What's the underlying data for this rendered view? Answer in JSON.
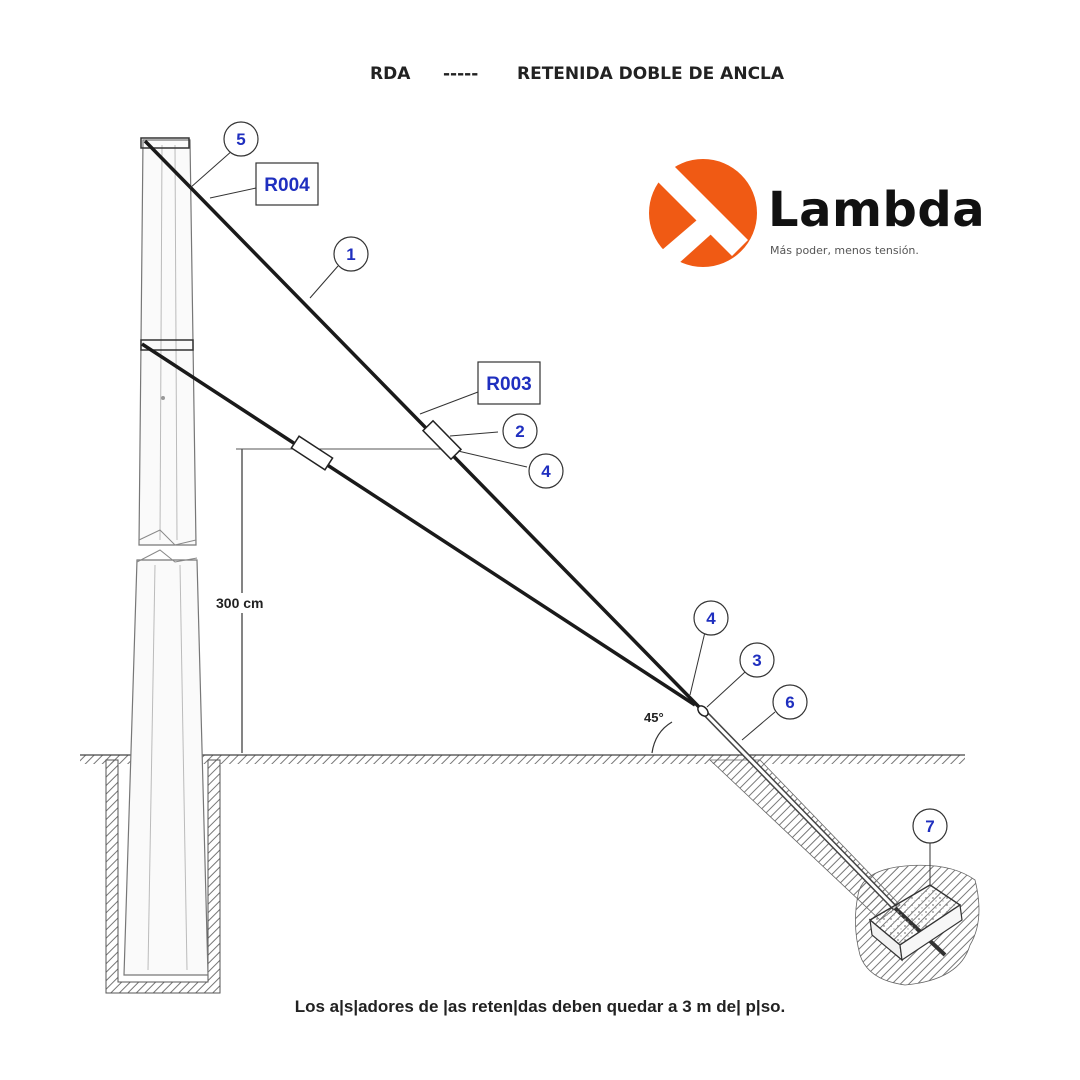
{
  "header": {
    "code": "RDA",
    "separator": "-----",
    "name": "RETENIDA DOBLE DE ANCLA"
  },
  "logo": {
    "brand": "Lambda",
    "tagline": "Más poder, menos tensión.",
    "color": "#F05A14"
  },
  "diagram": {
    "height_label": "300 cm",
    "angle_label": "45°",
    "tags": {
      "upper": "R004",
      "lower": "R003"
    },
    "callouts": [
      "5",
      "1",
      "2",
      "4",
      "4",
      "3",
      "6",
      "7"
    ],
    "callout_color": "#1f2fbf"
  },
  "footer": {
    "note": "Los a|s|adores de |as reten|das deben quedar a 3 m de| p|so."
  }
}
